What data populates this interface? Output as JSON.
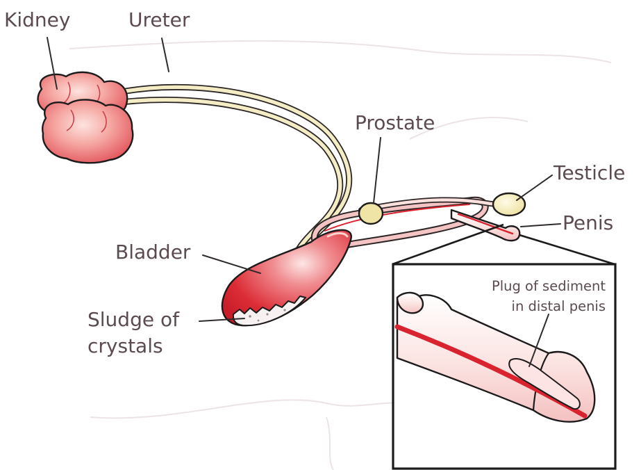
{
  "labels": {
    "kidney": "Kidney",
    "ureter": "Ureter",
    "prostate": "Prostate",
    "testicle": "Testicle",
    "penis": "Penis",
    "bladder": "Bladder",
    "sludge_line1": "Sludge of",
    "sludge_line2": "crystals",
    "plug_line1": "Plug of sediment",
    "plug_line2": "in distal penis"
  },
  "colors": {
    "organ_red": "#d9232f",
    "organ_pink": "#f7b2ae",
    "ureter_cream": "#f3ecc4",
    "prostate_yellow": "#eee2a0",
    "label_text": "#5b4a52",
    "outline": "#1c1a1b"
  }
}
